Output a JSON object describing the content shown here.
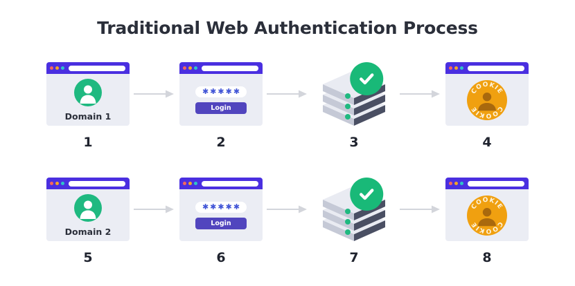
{
  "header": {
    "title": "Traditional Web Authentication Process"
  },
  "colors": {
    "browser_bar": "#4a2fe0",
    "dot_red": "#f4675c",
    "dot_amber": "#f5a623",
    "dot_teal": "#2fc4c8",
    "card_bg": "#ebedf4",
    "avatar_green": "#1fb980",
    "check_green": "#19b978",
    "login_button": "#5145be",
    "password_star": "#4054d6",
    "cookie_orange": "#f0a010",
    "cookie_person": "#a9690d",
    "cookie_text": "#fdf4e0",
    "server_dark": "#4a4f63",
    "server_light": "#c5c9d6",
    "server_top": "#e9ebf2",
    "server_led": "#1fb980",
    "arrow": "#d3d5db",
    "text_dark": "#2b2f3a",
    "number": "#1f232e",
    "page_bg": "#ffffff"
  },
  "rows": [
    {
      "id": "row-1",
      "steps": [
        {
          "type": "domain",
          "number": "1",
          "label": "Domain 1",
          "icon": "user-avatar-icon"
        },
        {
          "type": "login",
          "number": "2",
          "password_value": "*****",
          "password_chars": 5,
          "button_label": "Login"
        },
        {
          "type": "server",
          "number": "3",
          "icon": "server-stack-icon",
          "status_icon": "check-circle-icon",
          "led_count": 3
        },
        {
          "type": "cookie",
          "number": "4",
          "badge_text_top": "COOKIE",
          "badge_text_bottom": "COOKIE",
          "icon": "cookie-badge-icon"
        }
      ],
      "arrows": [
        "arrow-right-icon",
        "arrow-right-icon",
        "arrow-right-icon"
      ]
    },
    {
      "id": "row-2",
      "steps": [
        {
          "type": "domain",
          "number": "5",
          "label": "Domain 2",
          "icon": "user-avatar-icon"
        },
        {
          "type": "login",
          "number": "6",
          "password_value": "*****",
          "password_chars": 5,
          "button_label": "Login"
        },
        {
          "type": "server",
          "number": "7",
          "icon": "server-stack-icon",
          "status_icon": "check-circle-icon",
          "led_count": 3
        },
        {
          "type": "cookie",
          "number": "8",
          "badge_text_top": "COOKIE",
          "badge_text_bottom": "COOKIE",
          "icon": "cookie-badge-icon"
        }
      ],
      "arrows": [
        "arrow-right-icon",
        "arrow-right-icon",
        "arrow-right-icon"
      ]
    }
  ]
}
